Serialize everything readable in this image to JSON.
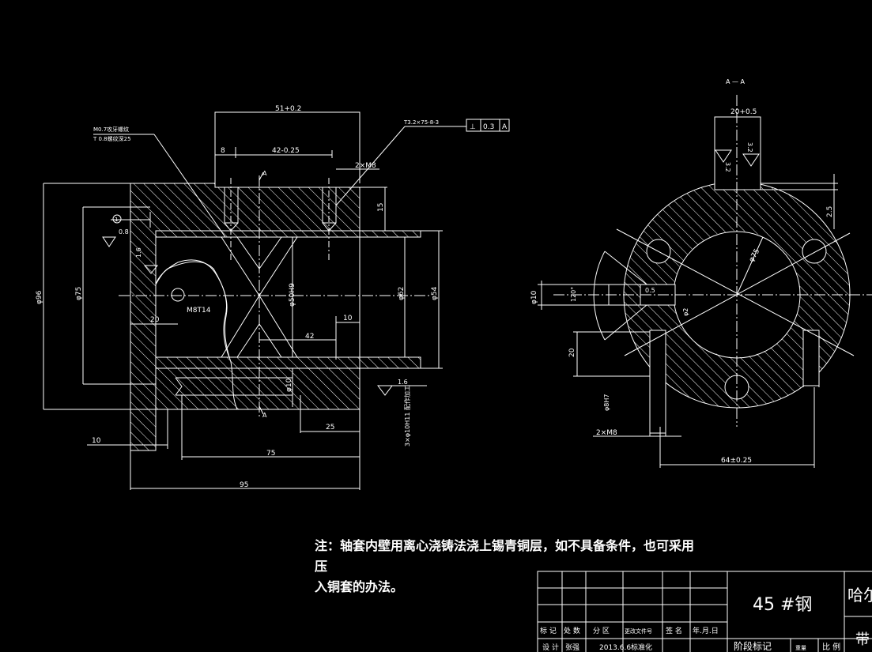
{
  "colors": {
    "background": "#000000",
    "lines": "#ffffff",
    "hatch": "#ffffff"
  },
  "section_view": {
    "title": "A — A",
    "section_mark": "A",
    "dims": {
      "top_51": "51+0.2",
      "top_42": "42-0.25",
      "top_8": "8",
      "holes_2xm8": "2×M8",
      "tol_spec": "T3.2×75-8-3",
      "perp_symbol": "⊥",
      "perp_value": "0.3",
      "perp_datum": "A",
      "thread_note_1": "M0.7攻牙螺纹",
      "thread_note_2": "T 0.8螺纹深25",
      "d96": "φ96",
      "d75": "φ75",
      "d50": "φ50H9",
      "d62": "φ62",
      "d54": "φ54",
      "d10": "φ10",
      "m8": "M8T14",
      "v15": "15",
      "v20": "20",
      "v42": "42",
      "v10a": "10",
      "v25": "25",
      "v75": "75",
      "v10b": "10",
      "v95": "95",
      "roughness_0_8": "0.8",
      "roughness_1_6a": "1.6",
      "roughness_1_6b": "1.6",
      "datum_1": "1",
      "hole_note": "3×φ10H11\n配作加工"
    }
  },
  "end_view": {
    "dims": {
      "w20": "20+0.5",
      "r3_2a": "3.2",
      "r3_2b": "3.2",
      "v2_5": "2.5",
      "d75": "φ75",
      "d10": "φ10",
      "a120": "120°",
      "v0_5": "0.5",
      "d2": "φ2",
      "v20": "20",
      "d8h7": "φ8H7",
      "holes_2xm8": "2×M8",
      "w64": "64±0.25"
    }
  },
  "note": {
    "line1": "注：轴套内壁用离心浇铸法浇上锡青铜层，如不具备条件，也可采用压",
    "line2": "入铜套的办法。"
  },
  "title_block": {
    "material": "45 #钢",
    "university": "哈尔",
    "headers": [
      "标 记",
      "处 数",
      "分 区",
      "更改文件号",
      "签 名",
      "年.月.日"
    ],
    "row_design": [
      "设 计",
      "张强",
      "2013.6.6",
      "标准化"
    ],
    "stage": "阶段标记",
    "weight": "重量",
    "scale": "比 例",
    "extra": "带"
  }
}
